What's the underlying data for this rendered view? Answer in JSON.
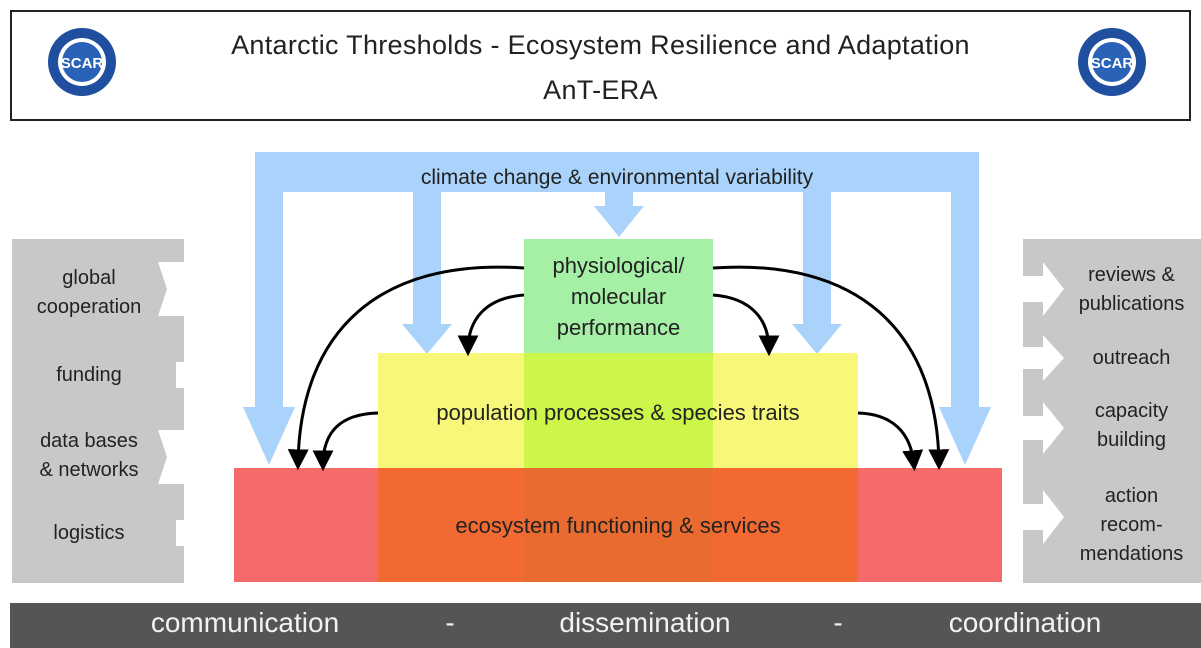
{
  "header": {
    "title_line1": "Antarctic Thresholds - Ecosystem Resilience and Adaptation",
    "title_line2": "AnT-ERA",
    "logo_text": "SCAR"
  },
  "climate_label": "climate change & environmental variability",
  "left_panel": {
    "items": [
      {
        "label_lines": [
          "global",
          "cooperation"
        ]
      },
      {
        "label_lines": [
          "funding"
        ]
      },
      {
        "label_lines": [
          "data bases",
          "& networks"
        ]
      },
      {
        "label_lines": [
          "logistics"
        ]
      }
    ]
  },
  "right_panel": {
    "items": [
      {
        "label_lines": [
          "reviews &",
          "publications"
        ]
      },
      {
        "label_lines": [
          "outreach"
        ]
      },
      {
        "label_lines": [
          "capacity",
          "building"
        ]
      },
      {
        "label_lines": [
          "action",
          "recom-",
          "mendations"
        ]
      }
    ]
  },
  "levels": {
    "physiological_lines": [
      "physiological/",
      "molecular",
      "performance"
    ],
    "population": "population processes & species traits",
    "ecosystem": "ecosystem functioning & services"
  },
  "footer": {
    "left": "communication",
    "sep1": "-",
    "middle": "dissemination",
    "sep2": "-",
    "right": "coordination"
  },
  "colors": {
    "climate_arrow": "#a9d3fb",
    "physiological": "#a6f0a6",
    "population": "#f7f77a",
    "ecosystem": "#f76a6a",
    "side_panel": "#c8c8c8",
    "footer": "#555555"
  }
}
